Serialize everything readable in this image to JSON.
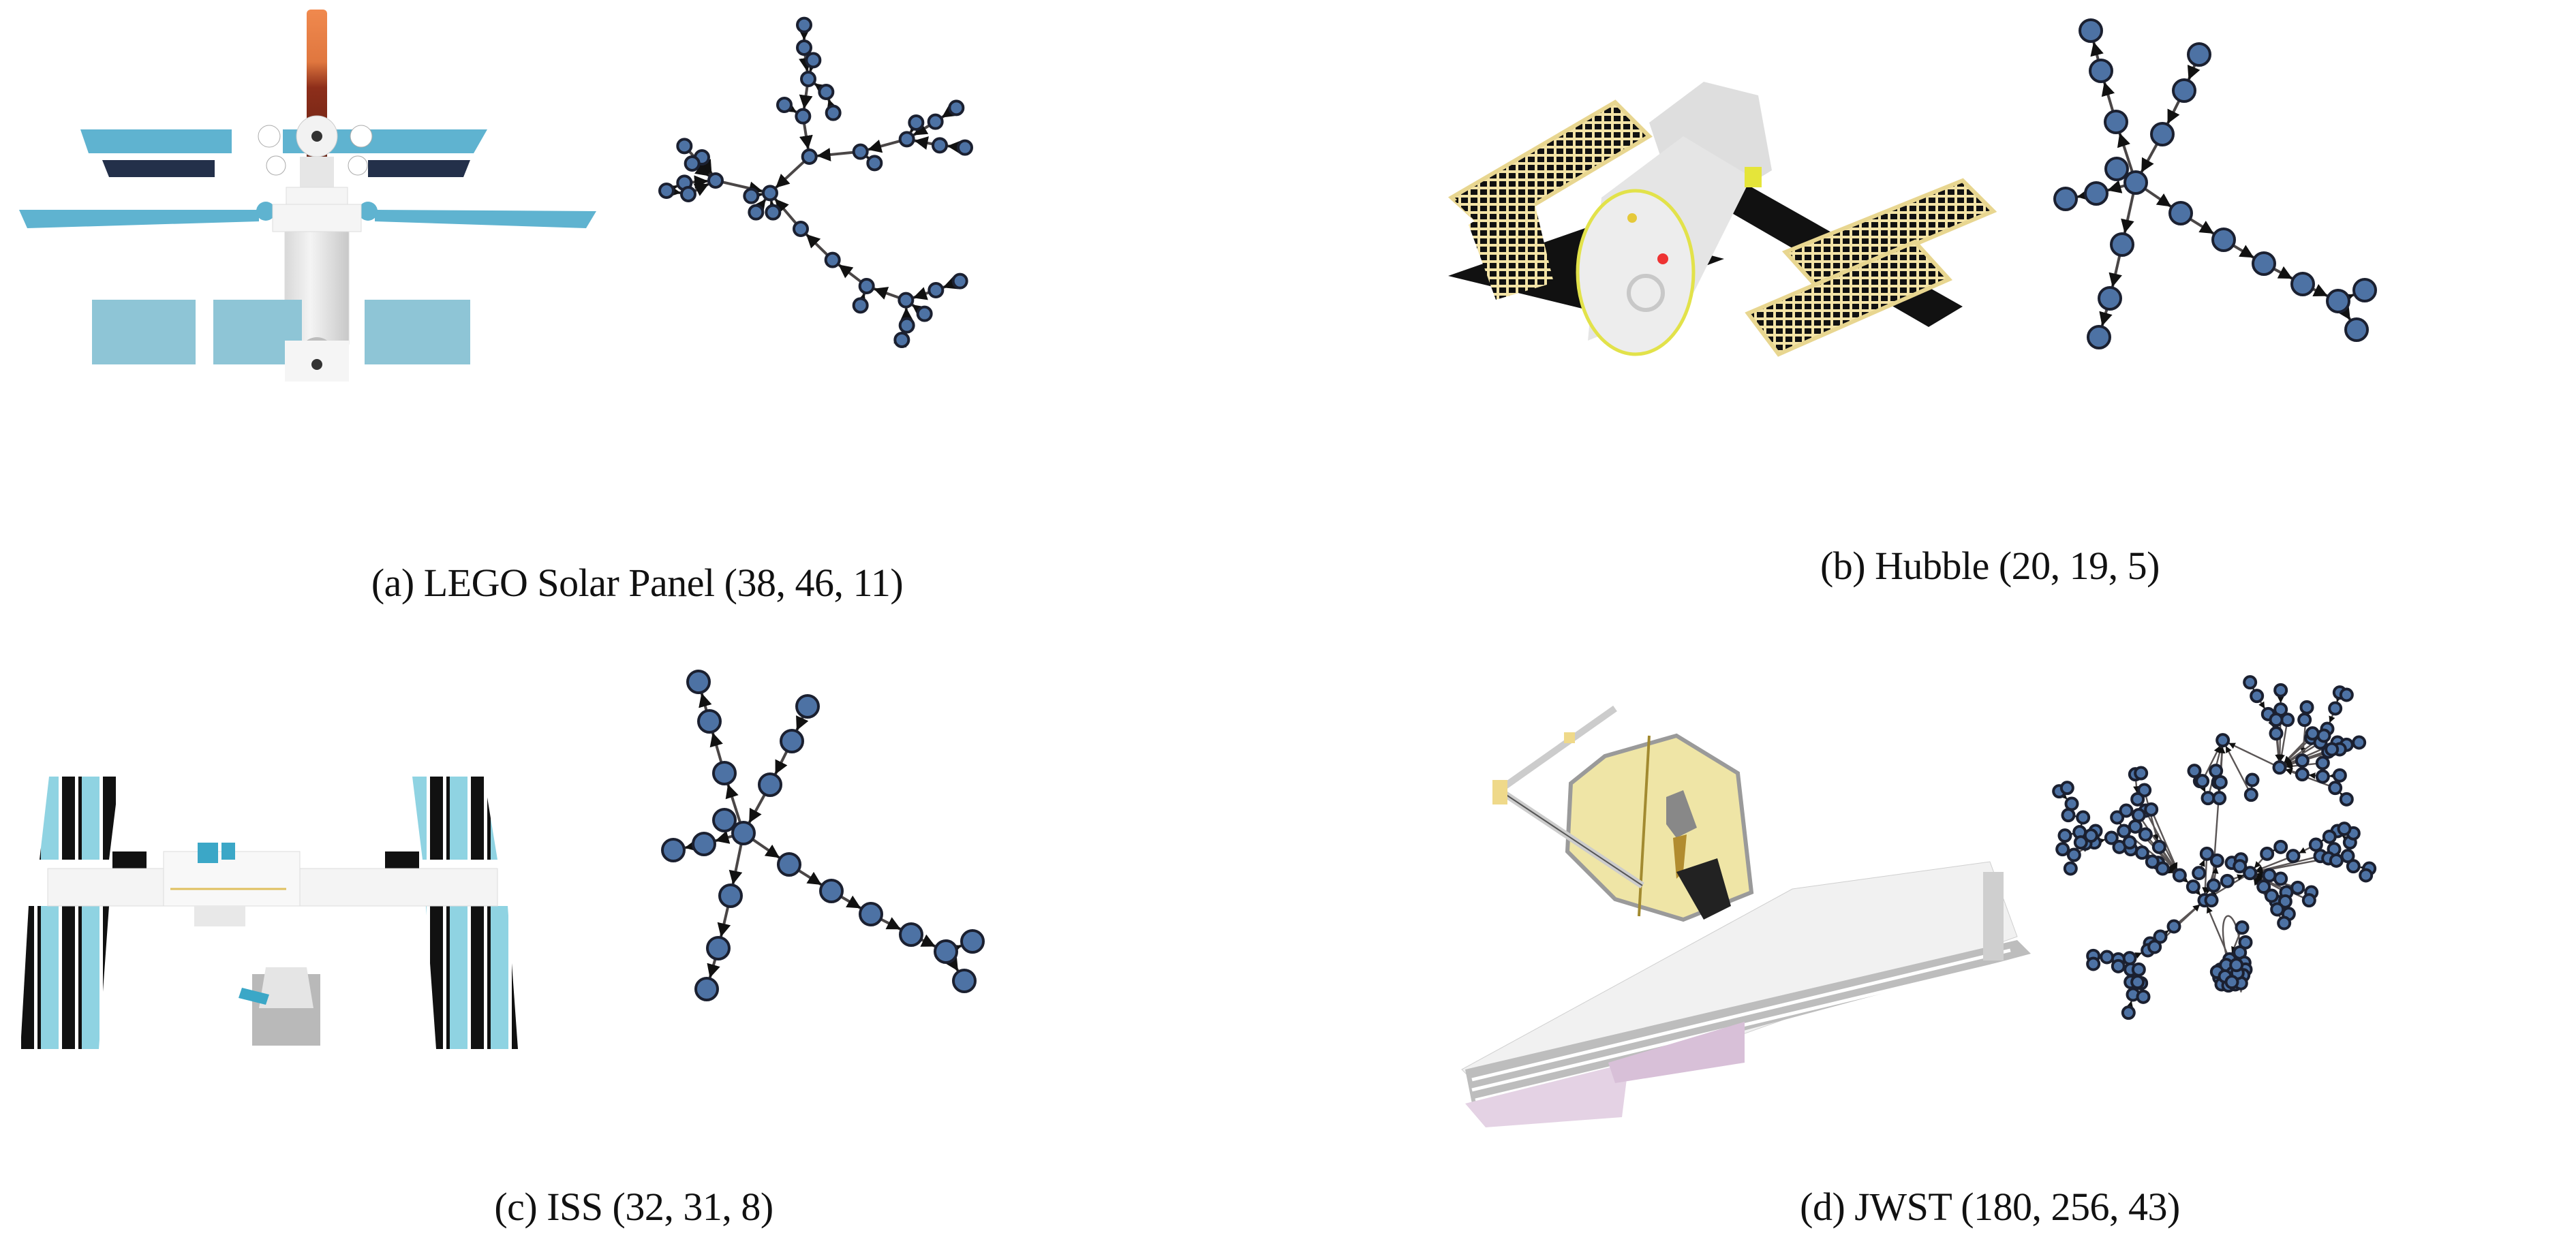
{
  "figure": {
    "node_color": "#4d72a4",
    "panels": [
      {
        "id": "a",
        "caption": "(a) LEGO Solar Panel (38, 46, 11)",
        "model": "LEGO Solar Panel",
        "stats": [
          38,
          46,
          11
        ],
        "illustration": "lego-solar-panel-station"
      },
      {
        "id": "b",
        "caption": "(b) Hubble (20, 19, 5)",
        "model": "Hubble",
        "stats": [
          20,
          19,
          5
        ],
        "illustration": "hubble-telescope"
      },
      {
        "id": "c",
        "caption": "(c) ISS (32, 31, 8)",
        "model": "ISS",
        "stats": [
          32,
          31,
          8
        ],
        "illustration": "international-space-station"
      },
      {
        "id": "d",
        "caption": "(d) JWST (180, 256, 43)",
        "model": "JWST",
        "stats": [
          180,
          256,
          43
        ],
        "illustration": "james-webb-space-telescope"
      }
    ]
  }
}
